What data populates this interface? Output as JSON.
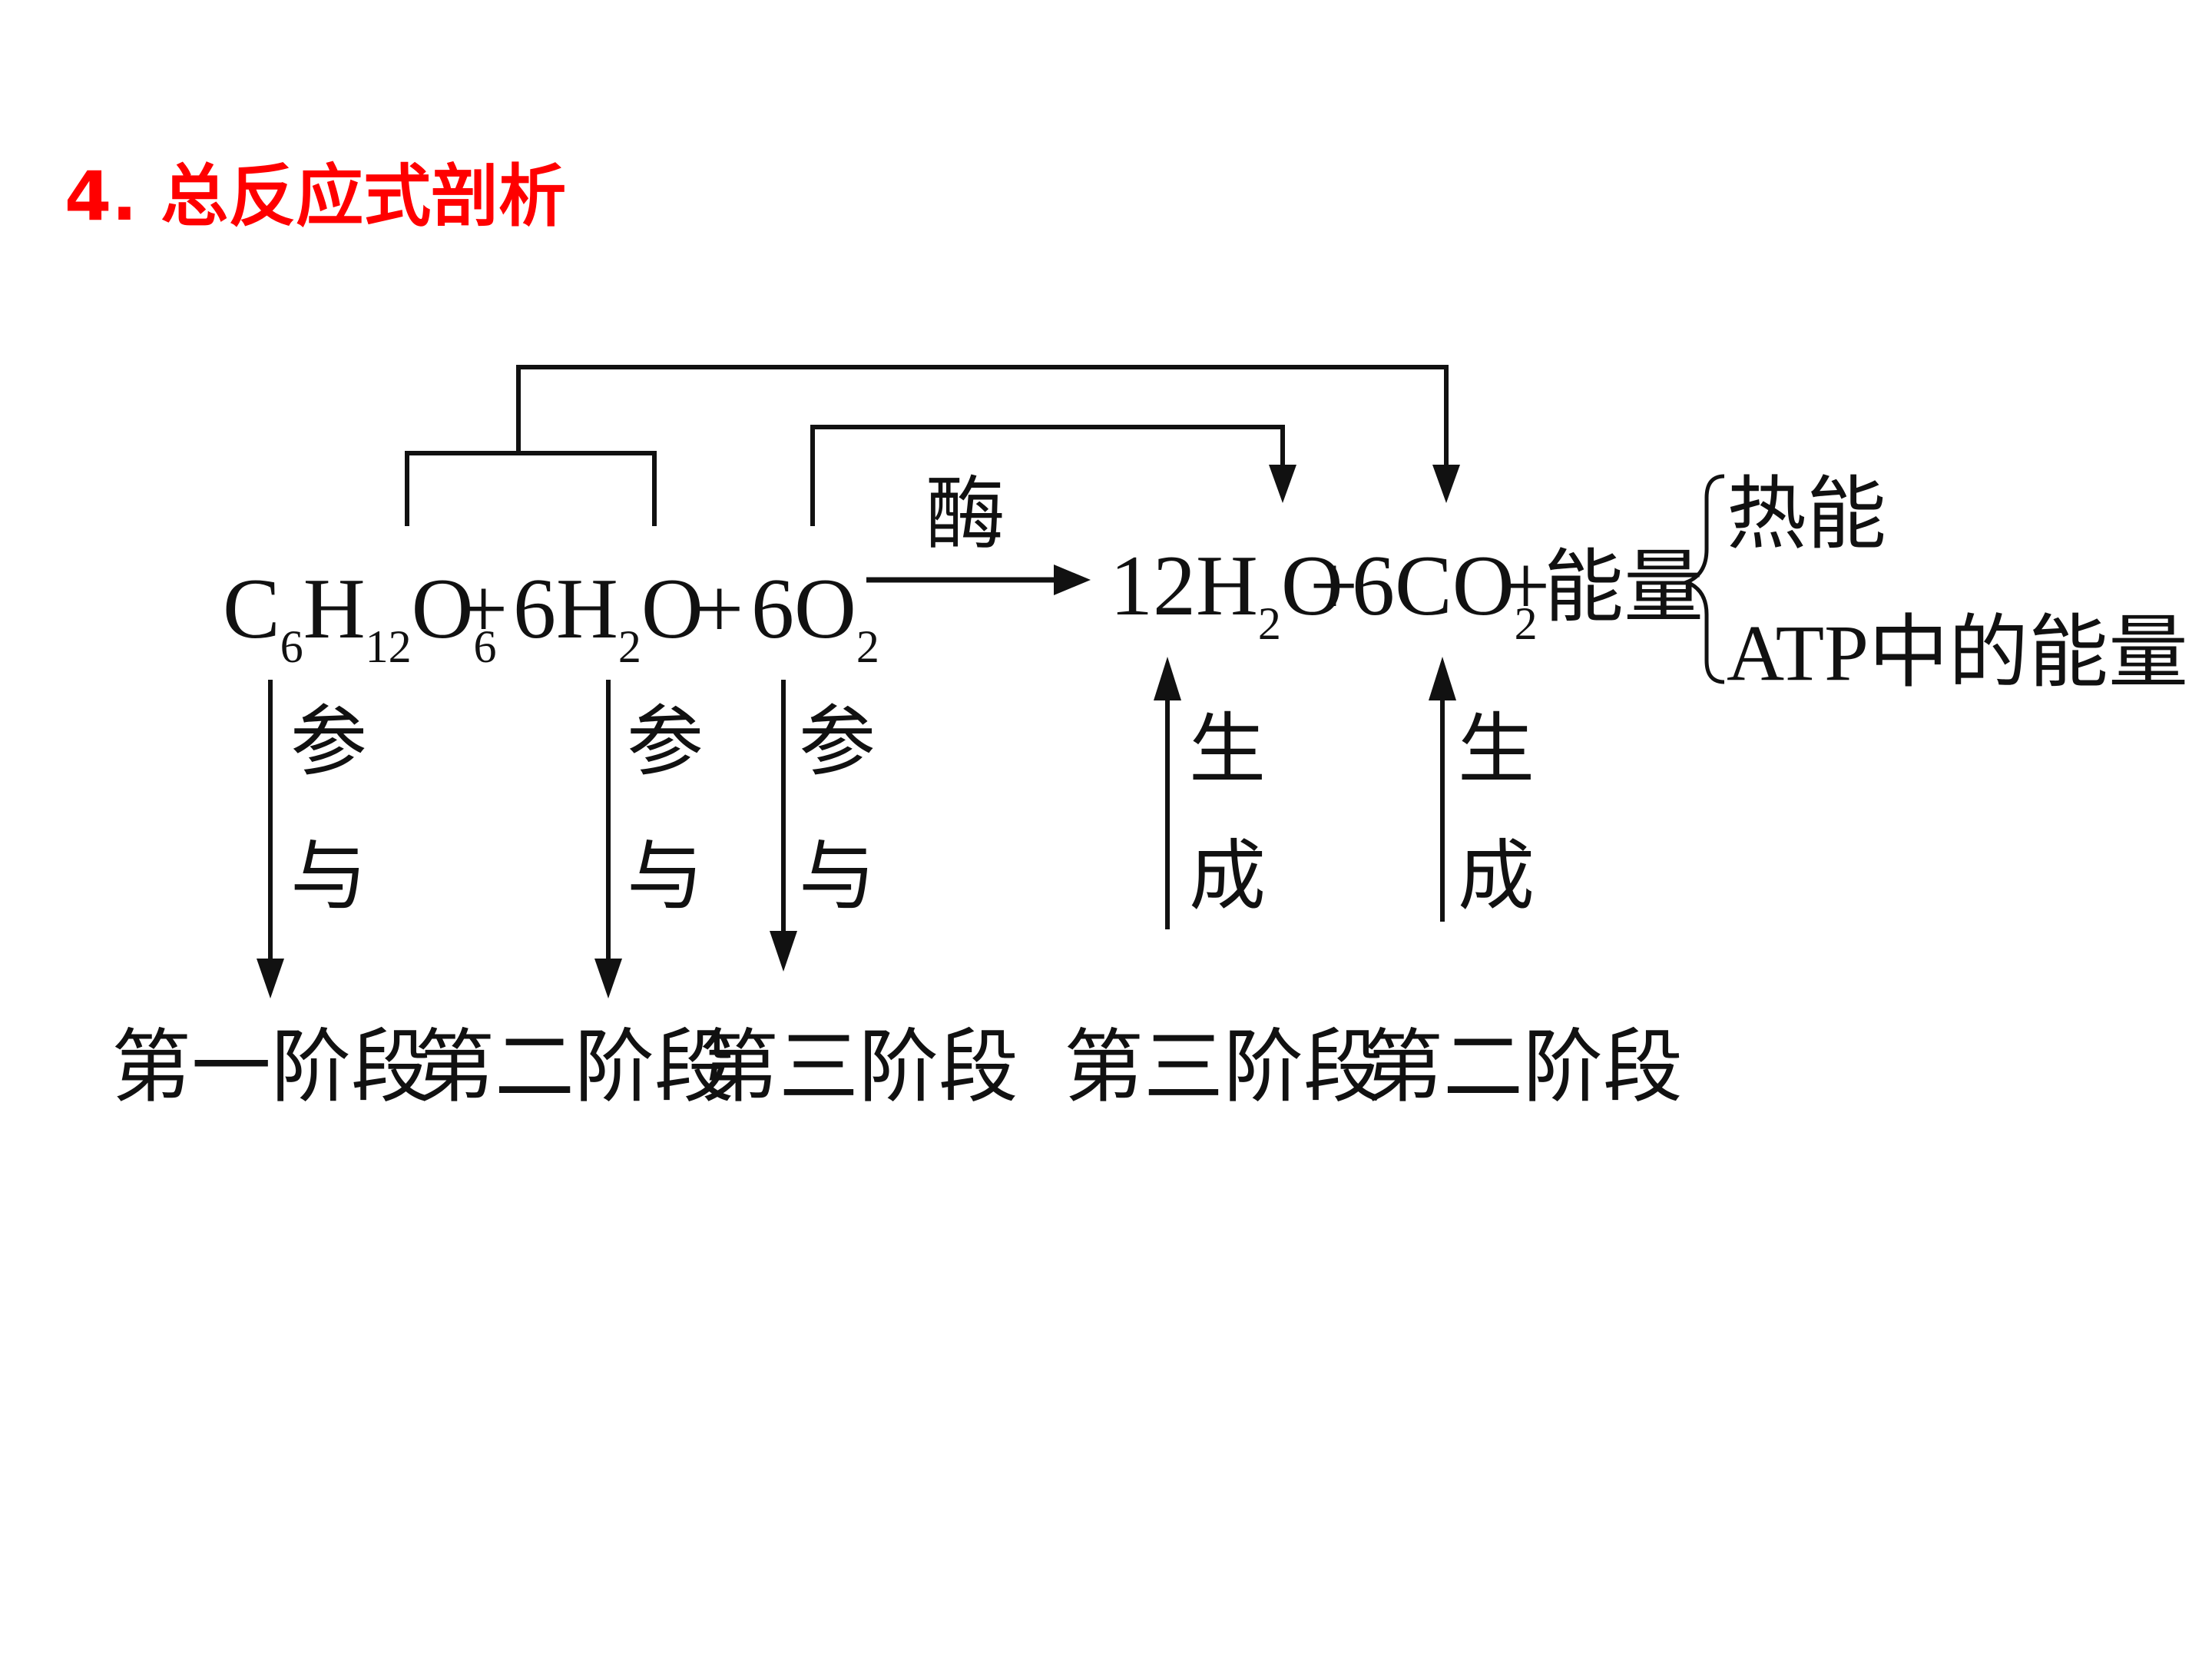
{
  "title": "4. 总反应式剖析",
  "equation": {
    "reactant_glucose": {
      "base": [
        "C",
        "H",
        "O"
      ],
      "subs": [
        "6",
        "12",
        "6"
      ]
    },
    "plus1": "+",
    "reactant_water": {
      "coef": "6",
      "base": [
        "H",
        "O"
      ],
      "subs": [
        "2",
        ""
      ]
    },
    "plus2": "+",
    "reactant_oxygen": {
      "coef": "6",
      "base": [
        "O"
      ],
      "subs": [
        "2"
      ]
    },
    "catalyst": "酶",
    "product_water": {
      "coef": "12",
      "base": [
        "H",
        "O"
      ],
      "subs": [
        "2",
        ""
      ]
    },
    "plus3": "+",
    "product_co2": {
      "coef": "6",
      "base": [
        "C",
        "O"
      ],
      "subs": [
        "",
        "2"
      ]
    },
    "plus4": "+",
    "energy": "能量"
  },
  "energy_split": [
    "热能",
    "ATP中的能量"
  ],
  "arrow_labels": {
    "participate_1": [
      "参",
      "与"
    ],
    "participate_2": [
      "参",
      "与"
    ],
    "participate_3": [
      "参",
      "与"
    ],
    "generate_1": [
      "生",
      "成"
    ],
    "generate_2": [
      "生",
      "成"
    ]
  },
  "stages": [
    "第一阶段",
    "第二阶段",
    "第三阶段",
    "第三阶段",
    "第二阶段"
  ]
}
